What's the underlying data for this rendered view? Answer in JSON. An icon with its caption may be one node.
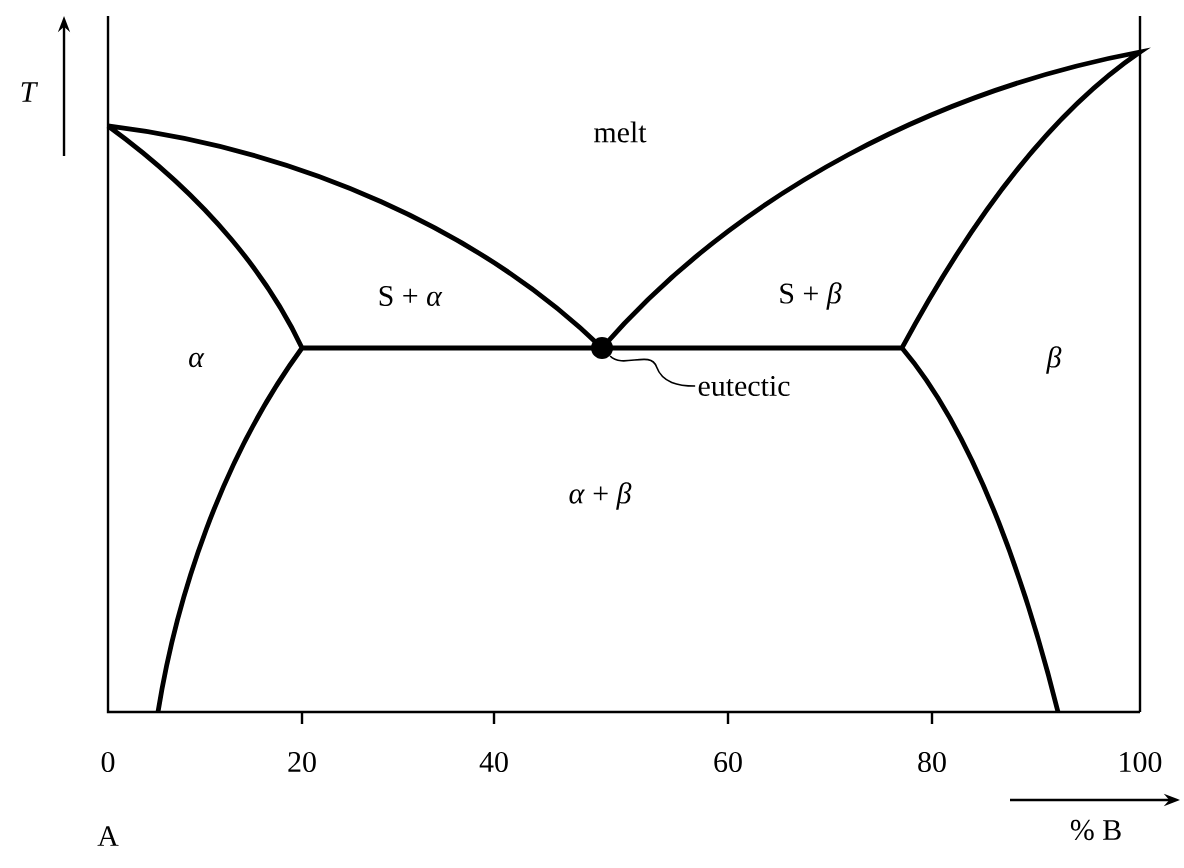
{
  "diagram": {
    "nodes": [
      {
        "text": [],
        "shape": "circle"
      },
      {
        "text": [
          "eutectic"
        ]
      }
    ],
    "edges": [
      {
        "from": 1,
        "to": 0,
        "arrow": "none"
      }
    ],
    "labels": [
      "T",
      "melt",
      "S + *α*",
      "S + *β*",
      "α",
      "β",
      "*α* + *β*",
      "0",
      "20",
      "40",
      "60",
      "80",
      "100",
      "A",
      "% B"
    ]
  }
}
